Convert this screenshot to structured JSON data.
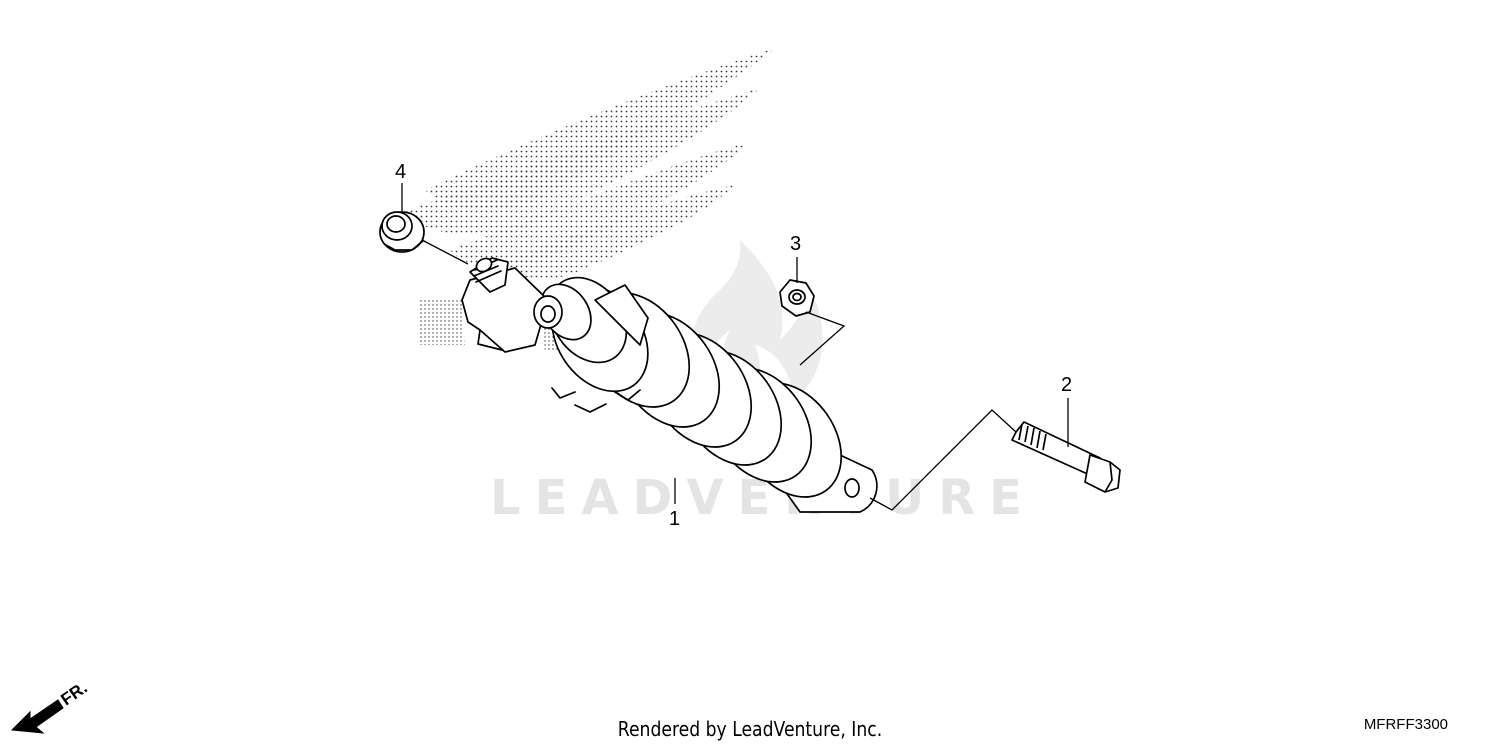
{
  "diagram": {
    "callouts": [
      {
        "number": "1",
        "part": "shock-absorber"
      },
      {
        "number": "2",
        "part": "flange-bolt"
      },
      {
        "number": "3",
        "part": "flange-nut"
      },
      {
        "number": "4",
        "part": "cap-nut"
      }
    ],
    "watermark": "LEADVENTURE",
    "front_indicator": "FR.",
    "diagram_code": "MFRFF3300"
  },
  "footer": {
    "credit": "Rendered by LeadVenture, Inc."
  },
  "colors": {
    "line": "#000000",
    "watermark": "#e4e4e4",
    "background": "#ffffff"
  }
}
